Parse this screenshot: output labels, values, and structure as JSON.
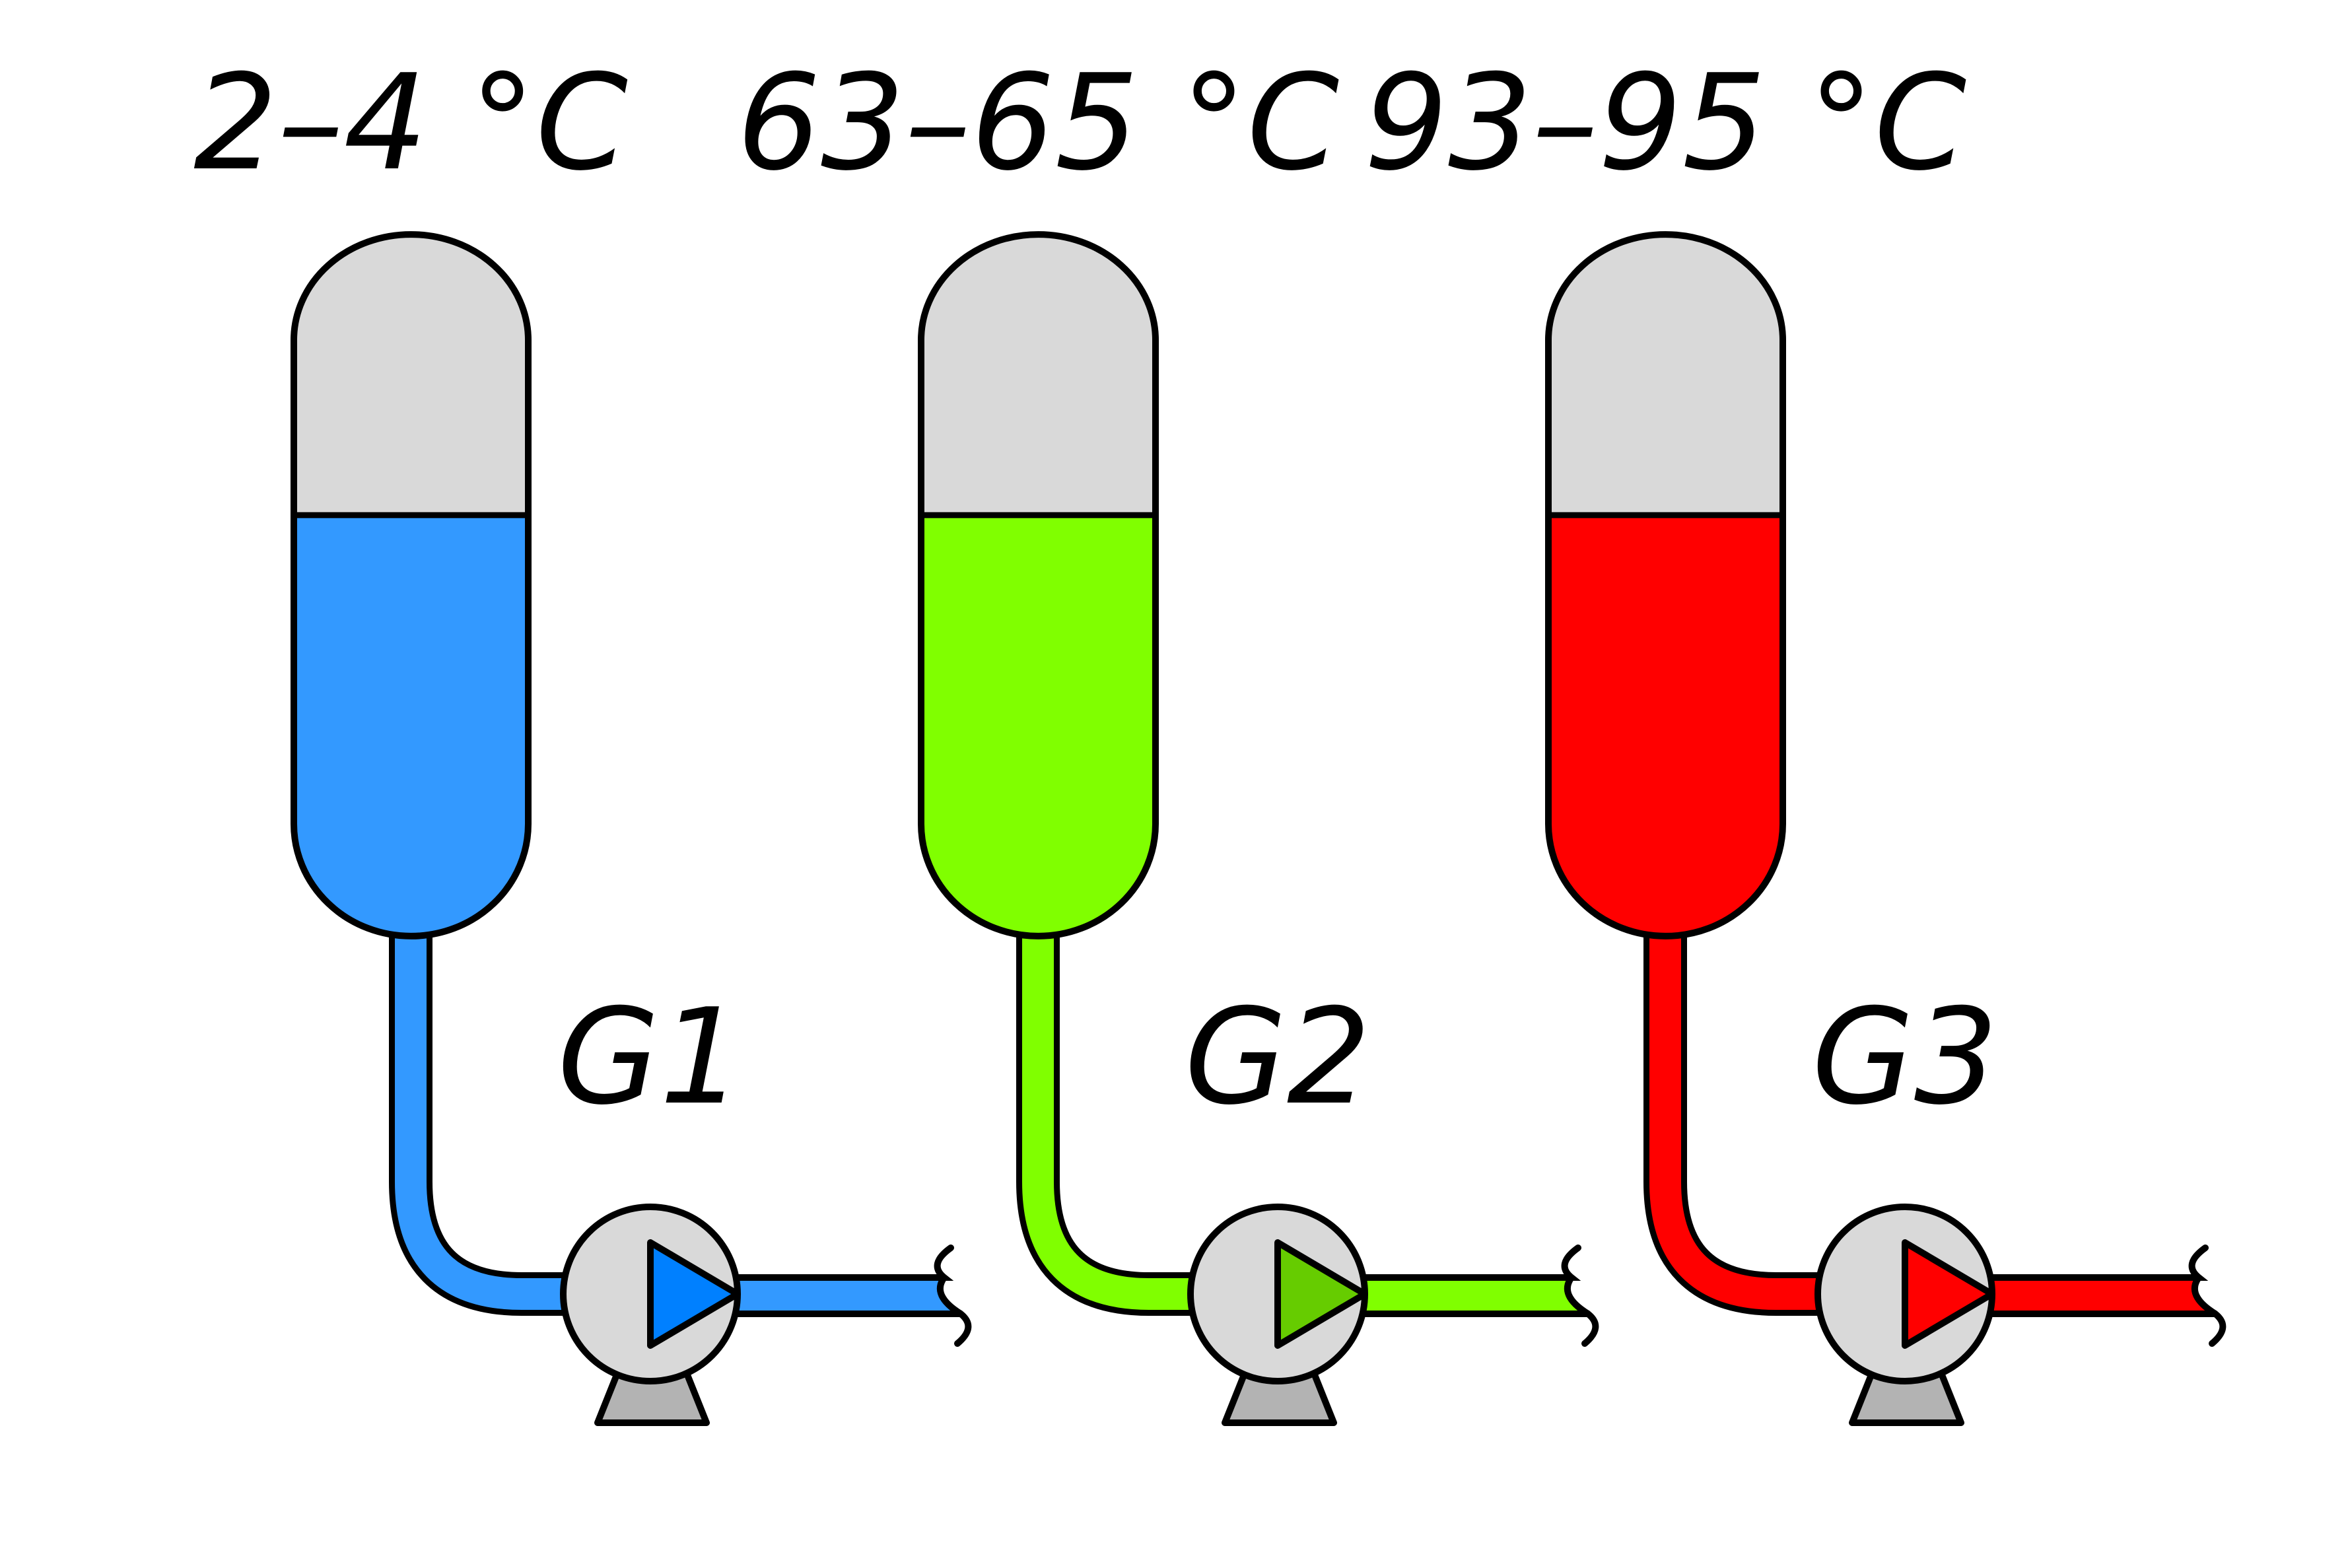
{
  "units": [
    {
      "temperature_label": "2–4 °C",
      "pump_label": "G1",
      "liquid_color": "#3399FF",
      "pump_arrow_color": "#0080FF",
      "empty_color": "#D9D9D9",
      "liquid_level": 0.6
    },
    {
      "temperature_label": "63–65 °C",
      "pump_label": "G2",
      "liquid_color": "#80FF00",
      "pump_arrow_color": "#66CC00",
      "empty_color": "#D9D9D9",
      "liquid_level": 0.6
    },
    {
      "temperature_label": "93–95 °C",
      "pump_label": "G3",
      "liquid_color": "#FF0000",
      "pump_arrow_color": "#FF0000",
      "empty_color": "#D9D9D9",
      "liquid_level": 0.6
    }
  ],
  "colors": {
    "pump_body": "#D9D9D9",
    "pump_base": "#B3B3B3",
    "outline": "#000000"
  }
}
